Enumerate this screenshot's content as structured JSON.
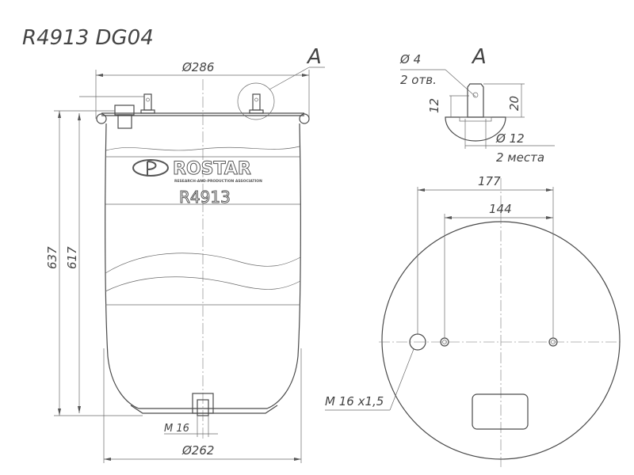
{
  "title": "R4913 DG04",
  "left_view": {
    "dim_top_diameter": "Ø286",
    "detail_callout": "A",
    "dim_height_overall": "637",
    "dim_height_body": "617",
    "brand": "ROSTAR",
    "brand_subtitle": "RESEARCH-AND-PRODUCTION ASSOCIATION",
    "model": "R4913",
    "thread_label": "M 16",
    "dim_bottom_diameter": "Ø262"
  },
  "detail_a": {
    "label": "A",
    "hole_diameter": "Ø 4",
    "hole_count": "2 отв.",
    "dim_height_12": "12",
    "dim_height_20": "20",
    "pin_diameter": "Ø 12",
    "pin_count": "2 места"
  },
  "top_view": {
    "dim_177": "177",
    "dim_144": "144",
    "thread_label": "M 16 x1,5"
  }
}
